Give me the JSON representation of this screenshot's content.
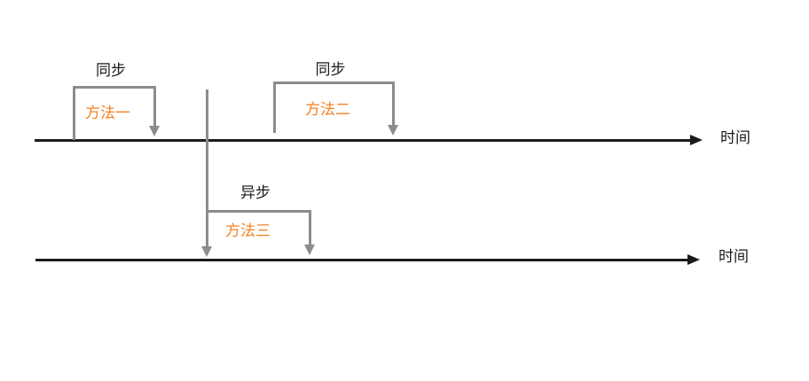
{
  "diagram": {
    "timelines": [
      {
        "axis_label": "时间"
      },
      {
        "axis_label": "时间"
      }
    ],
    "calls": [
      {
        "type": "同步",
        "method": "方法一"
      },
      {
        "type": "同步",
        "method": "方法二"
      },
      {
        "type": "异步",
        "method": "方法三"
      }
    ],
    "colors": {
      "bracket_gray": "#8c8c8c",
      "method_orange": "#f58220",
      "timeline_black": "#1a1a1a"
    }
  }
}
